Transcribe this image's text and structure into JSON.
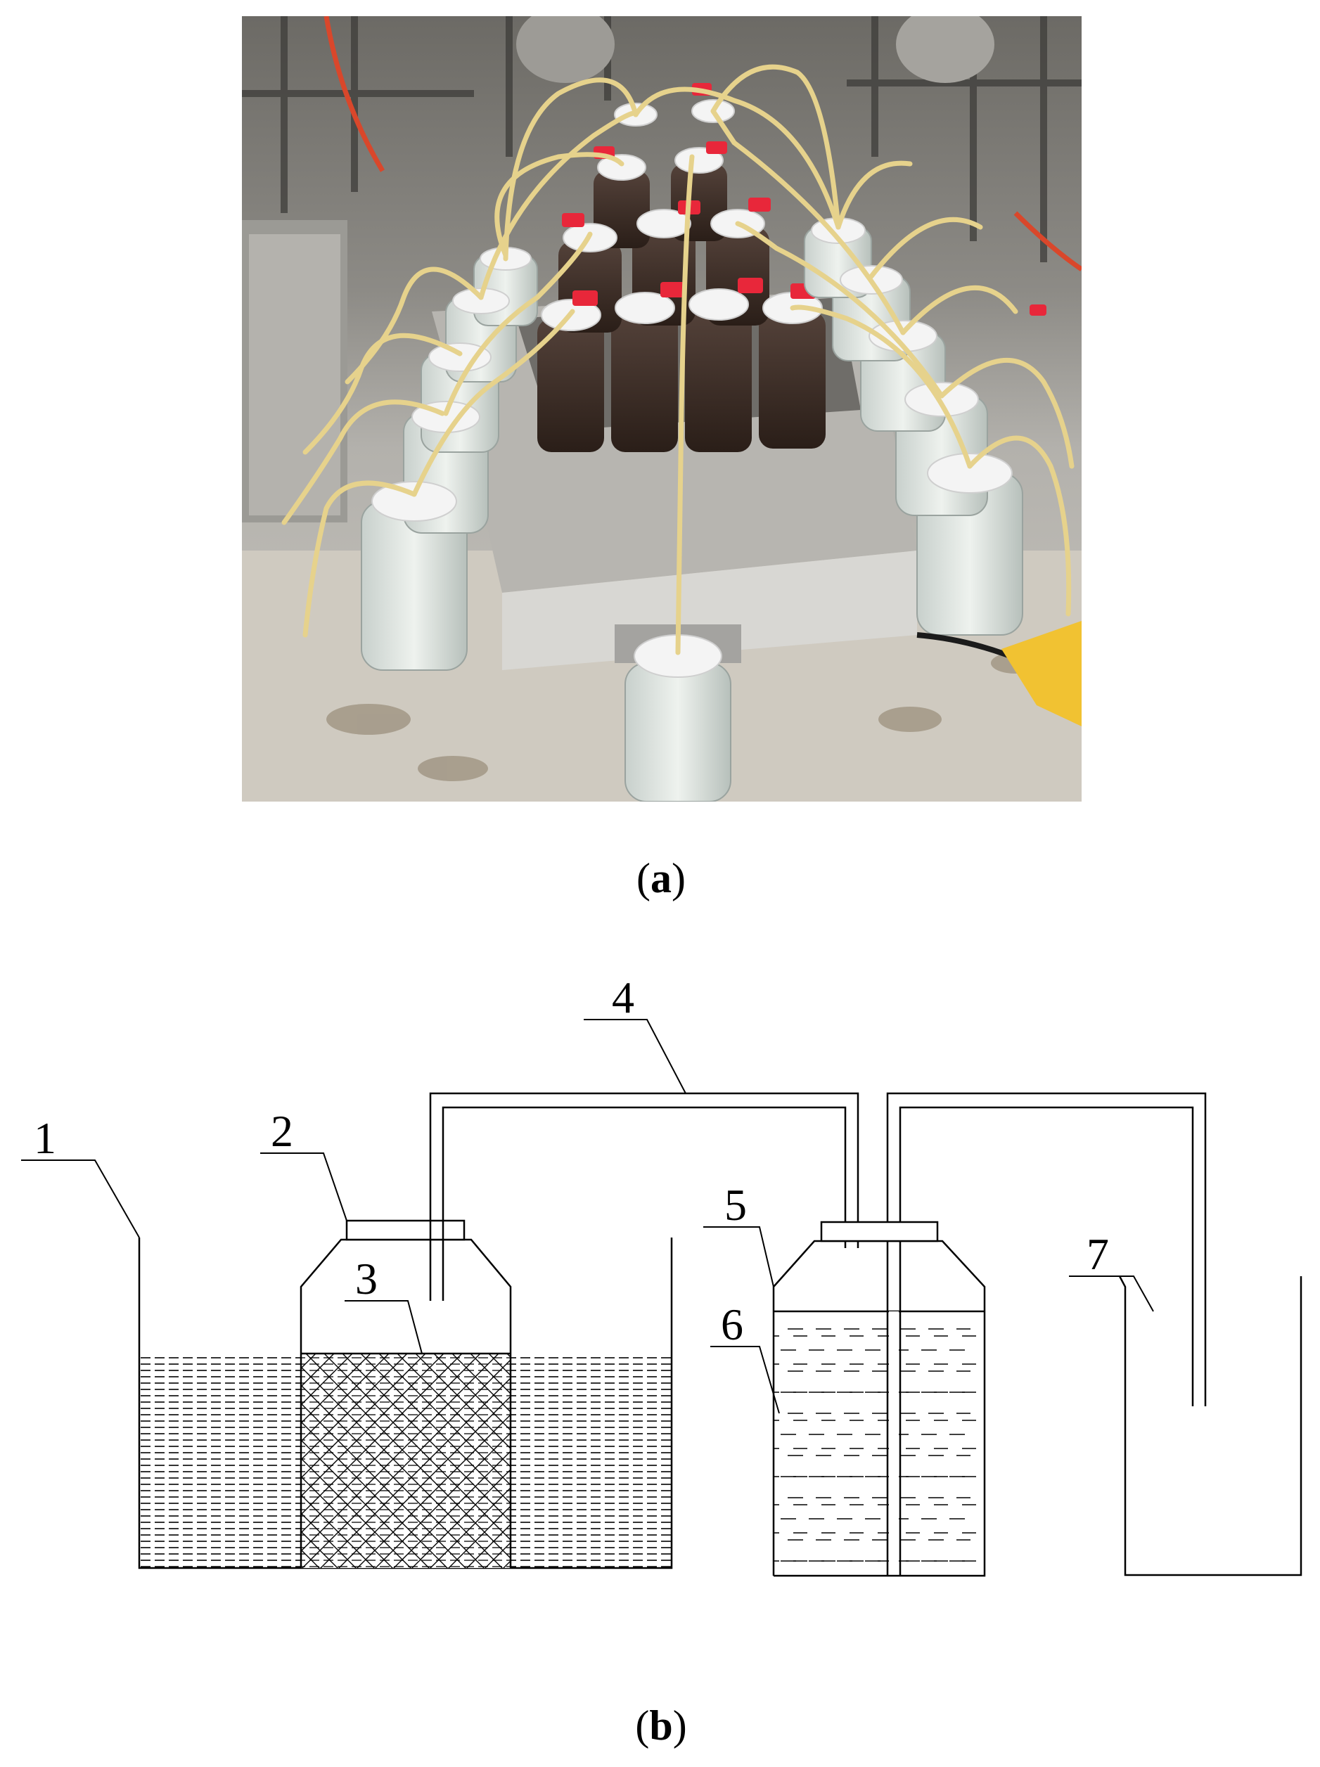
{
  "captions": {
    "a": "a",
    "b": "b"
  },
  "labels": [
    "1",
    "2",
    "3",
    "4",
    "5",
    "6",
    "7"
  ],
  "colors": {
    "background": "#ffffff",
    "line": "#000000",
    "tubing": "#e6d28c",
    "valve_red": "#e8273a",
    "cap_white": "#f4f4f4",
    "soil_dark": "#3a2a22",
    "water_bath_grey": "#a9a9a6"
  }
}
